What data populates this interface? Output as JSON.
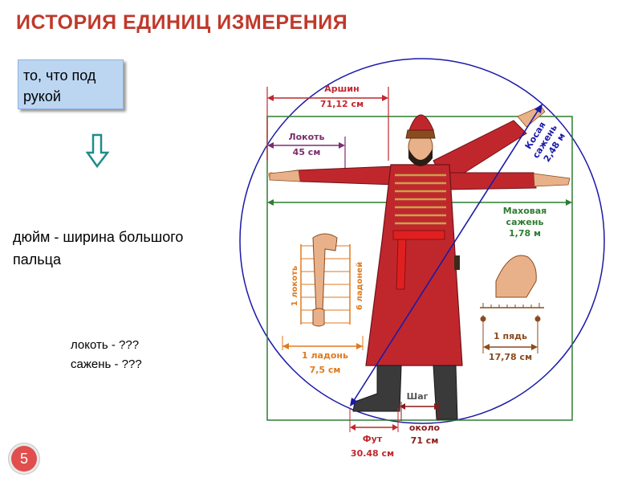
{
  "title": "ИСТОРИЯ ЕДИНИЦ ИЗМЕРЕНИЯ",
  "callout_text": "то, что под рукой",
  "inch_note_line1": "дюйм - ширина большого",
  "inch_note_line2": "пальца",
  "question_elbow": "локоть - ???",
  "question_sazhen": "сажень - ???",
  "page_number": "5",
  "diagram": {
    "arshin": "Аршин",
    "arshin_value": "71,12 см",
    "lokot": "Локоть",
    "lokot_value": "45 см",
    "kosaya1": "Косая",
    "kosaya2": "сажень",
    "kosaya_value": "2,48 м",
    "makhovaya1": "Маховая",
    "makhovaya2": "сажень",
    "makhovaya_value": "1,78 м",
    "one_lokot": "1 локоть",
    "six_ladoney": "6 ладоней",
    "one_ladon": "1 ладонь",
    "ladon_value": "7,5 см",
    "pyad": "1 пядь",
    "pyad_value": "17,78 см",
    "shag": "Шаг",
    "okolo": "около",
    "okolo_value": "71 см",
    "fut": "Фут",
    "fut_value": "30.48 см"
  },
  "colors": {
    "title": "#c0392b",
    "callout_bg": "#bcd6f2",
    "red": "#c0272d",
    "purple": "#7b2d6e",
    "green": "#2e7d32",
    "orange": "#e07a1f",
    "brown": "#8a4b1f",
    "blue": "#1a1aa8",
    "badge": "#e04e4e"
  }
}
